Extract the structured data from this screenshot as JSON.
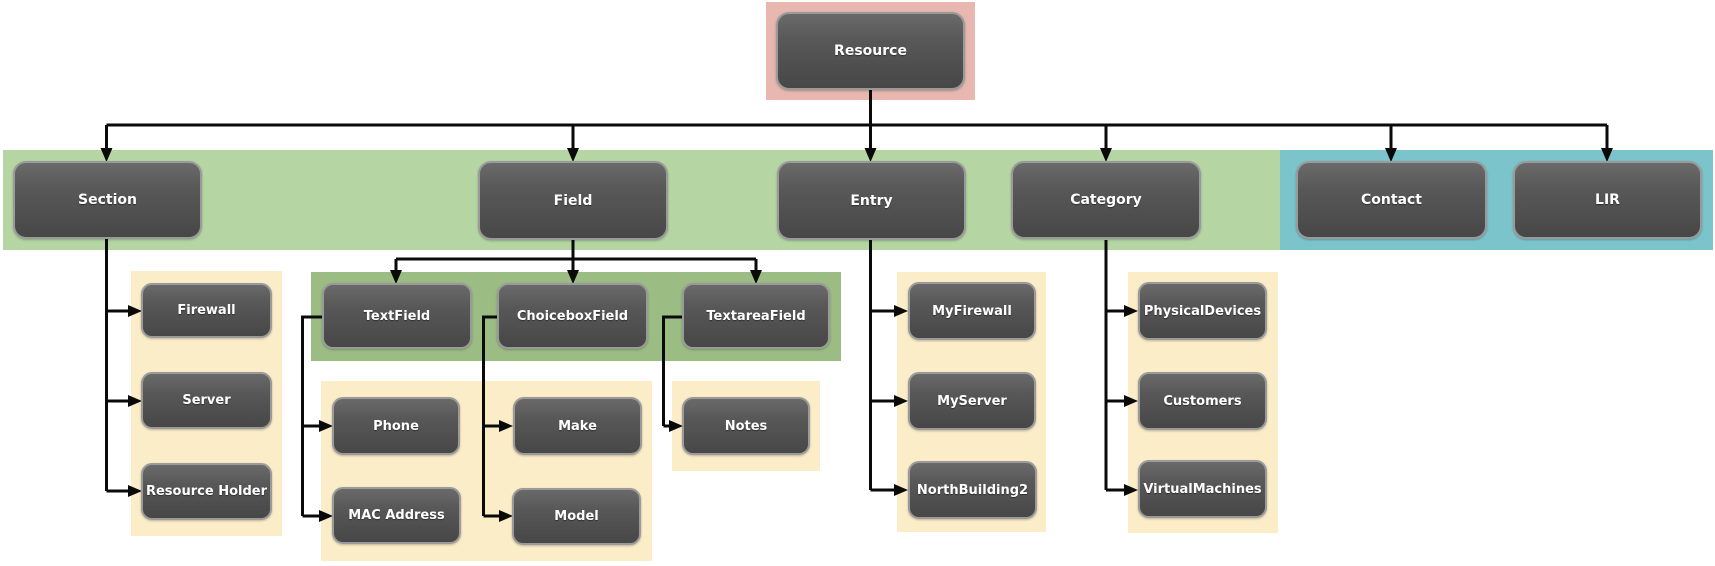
{
  "diagram": {
    "type": "hierarchy",
    "root": "Resource",
    "labels": {
      "resource": "Resource",
      "section": "Section",
      "field": "Field",
      "entry": "Entry",
      "category": "Category",
      "contact": "Contact",
      "lir": "LIR",
      "firewall": "Firewall",
      "server": "Server",
      "resource_holder": "Resource Holder",
      "textfield": "TextField",
      "choiceboxfield": "ChoiceboxField",
      "textareafield": "TextareaField",
      "phone": "Phone",
      "mac_address": "MAC Address",
      "make": "Make",
      "model": "Model",
      "notes": "Notes",
      "myfirewall": "MyFirewall",
      "myserver": "MyServer",
      "northbuilding2": "NorthBuilding2",
      "physicaldevices": "PhysicalDevices",
      "customers": "Customers",
      "virtualmachines": "VirtualMachines"
    },
    "hierarchy": {
      "Resource": [
        "Section",
        "Field",
        "Entry",
        "Category",
        "Contact",
        "LIR"
      ],
      "Section": [
        "Firewall",
        "Server",
        "Resource Holder"
      ],
      "Field": [
        "TextField",
        "ChoiceboxField",
        "TextareaField"
      ],
      "TextField": [
        "Phone",
        "MAC Address"
      ],
      "ChoiceboxField": [
        "Make",
        "Model"
      ],
      "TextareaField": [
        "Notes"
      ],
      "Entry": [
        "MyFirewall",
        "MyServer",
        "NorthBuilding2"
      ],
      "Category": [
        "PhysicalDevices",
        "Customers",
        "VirtualMachines"
      ]
    },
    "groups": {
      "root_highlight": {
        "color": "#E7B7B0",
        "members": [
          "Resource"
        ]
      },
      "green_band": {
        "color": "#B5D6A3",
        "members": [
          "Section",
          "Field",
          "Entry",
          "Category"
        ]
      },
      "blue_band": {
        "color": "#7CC4CC",
        "members": [
          "Contact",
          "LIR"
        ]
      },
      "field_children_band": {
        "color": "#9BBD84",
        "members": [
          "TextField",
          "ChoiceboxField",
          "TextareaField"
        ]
      },
      "child_blocks": {
        "color": "#FCEDC9"
      }
    },
    "colors": {
      "node_gradient_top": "#6A6A6A",
      "node_gradient_bottom": "#474747",
      "node_border": "#9A9A9A",
      "node_text": "#FFFFFF",
      "connector": "#0A0A0A",
      "background": "#FFFFFF"
    }
  }
}
